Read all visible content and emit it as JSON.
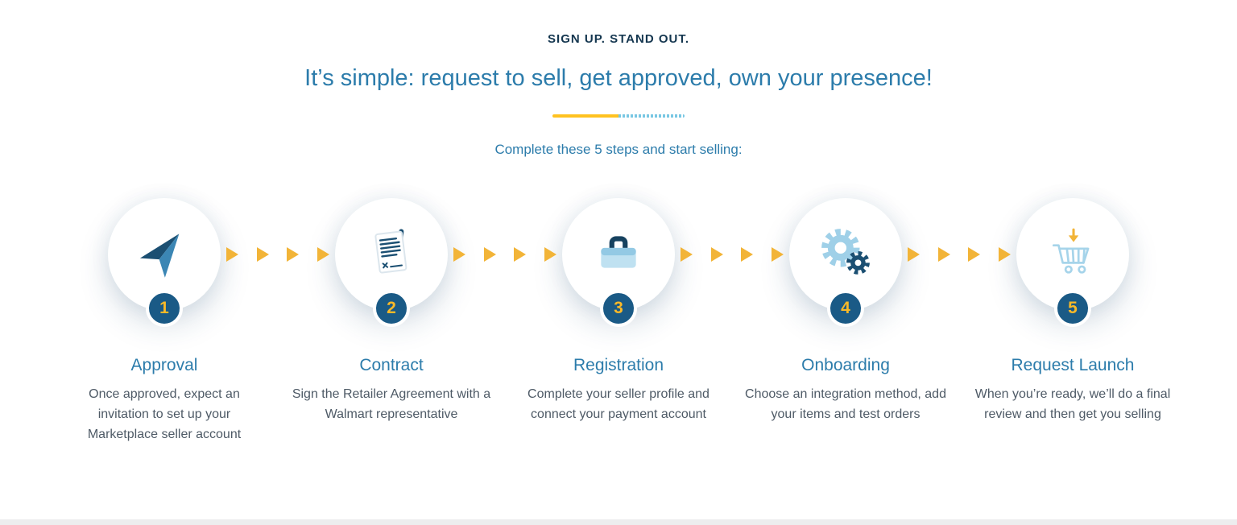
{
  "header": {
    "eyebrow": "SIGN UP. STAND OUT.",
    "title": "It’s simple: request to sell, get approved, own your presence!",
    "subtitle": "Complete these 5 steps and start selling:"
  },
  "steps": [
    {
      "number": "1",
      "title": "Approval",
      "description": "Once approved, expect an invitation to set up your Marketplace seller account",
      "icon": "navigation-arrow-icon"
    },
    {
      "number": "2",
      "title": "Contract",
      "description": "Sign the Retailer Agreement with a Walmart representative",
      "icon": "contract-document-icon"
    },
    {
      "number": "3",
      "title": "Registration",
      "description": "Complete your seller profile and connect your payment account",
      "icon": "briefcase-icon"
    },
    {
      "number": "4",
      "title": "Onboarding",
      "description": "Choose an integration method, add your items and test orders",
      "icon": "gears-icon"
    },
    {
      "number": "5",
      "title": "Request Launch",
      "description": "When you’re ready, we’ll do a final review and then get you selling",
      "icon": "shopping-cart-download-icon"
    }
  ],
  "colors": {
    "accent_gold": "#f2b438",
    "walmart_yellow": "#ffc220",
    "heading_blue": "#2c7cab",
    "dark_navy": "#14364f",
    "badge_blue": "#1a5a86",
    "icon_navy": "#1b4f72",
    "icon_light_blue": "#a6d4ea",
    "divider_blue": "#79c7e3",
    "body_text": "#4e5a66"
  }
}
